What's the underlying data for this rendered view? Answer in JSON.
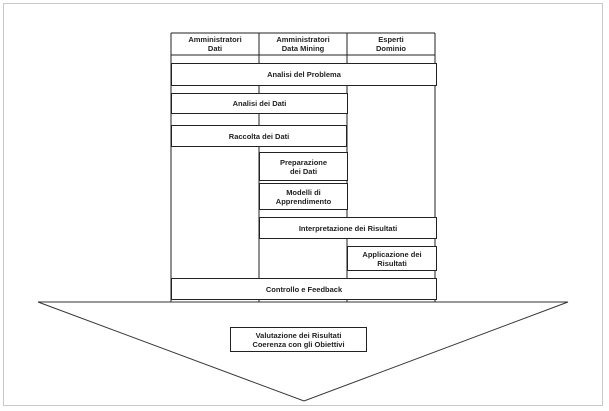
{
  "columns": {
    "data_admins": "Amministratori\nDati",
    "dm_admins": "Amministratori\nData Mining",
    "domain_experts": "Esperti\nDominio"
  },
  "steps": {
    "problem_analysis": "Analisi del Problema",
    "data_analysis": "Analisi dei Dati",
    "data_collection": "Raccolta dei Dati",
    "data_preparation": "Preparazione\ndei Dati",
    "learning_models": "Modelli di\nApprendimento",
    "results_interpretation": "Interpretazione dei Risultati",
    "results_application": "Applicazione dei\nRisultati",
    "control_feedback": "Controllo e Feedback"
  },
  "evaluation": "Valutazione dei Risultati\nCoerenza con gli Obiettivi"
}
